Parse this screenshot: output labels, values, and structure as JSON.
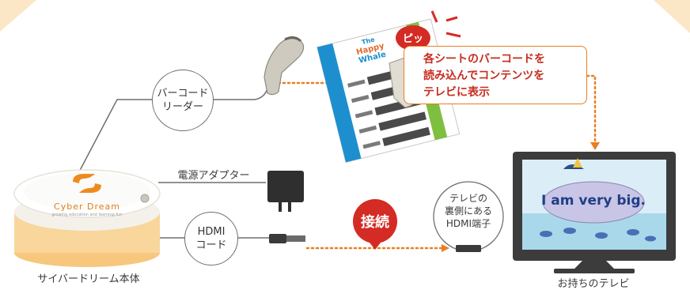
{
  "device": {
    "brand": "Cyber Dream",
    "tagline": "growing education and learning fun",
    "caption": "サイバードリーム本体"
  },
  "scanner": {
    "label_line1": "バーコード",
    "label_line2": "リーダー"
  },
  "adapter": {
    "label": "電源アダプター"
  },
  "cable": {
    "label_line1": "HDMI",
    "label_line2": "コード"
  },
  "sheet": {
    "title_line1": "The",
    "title_line2": "Happy",
    "title_line3": "Whale",
    "beep": "ピッ"
  },
  "callout": {
    "line1": "各シートのバーコードを",
    "line2": "読み込んでコンテンツを",
    "line3": "テレビに表示"
  },
  "connect": {
    "label": "接続"
  },
  "tv_port": {
    "line1": "テレビの",
    "line2": "裏側にある",
    "line3": "HDMI端子"
  },
  "tv": {
    "screen_text": "I am very big.",
    "caption": "お持ちのテレビ"
  },
  "colors": {
    "accent_orange": "#e87f22",
    "red": "#d42b24",
    "device_orange": "#f6c77d"
  }
}
